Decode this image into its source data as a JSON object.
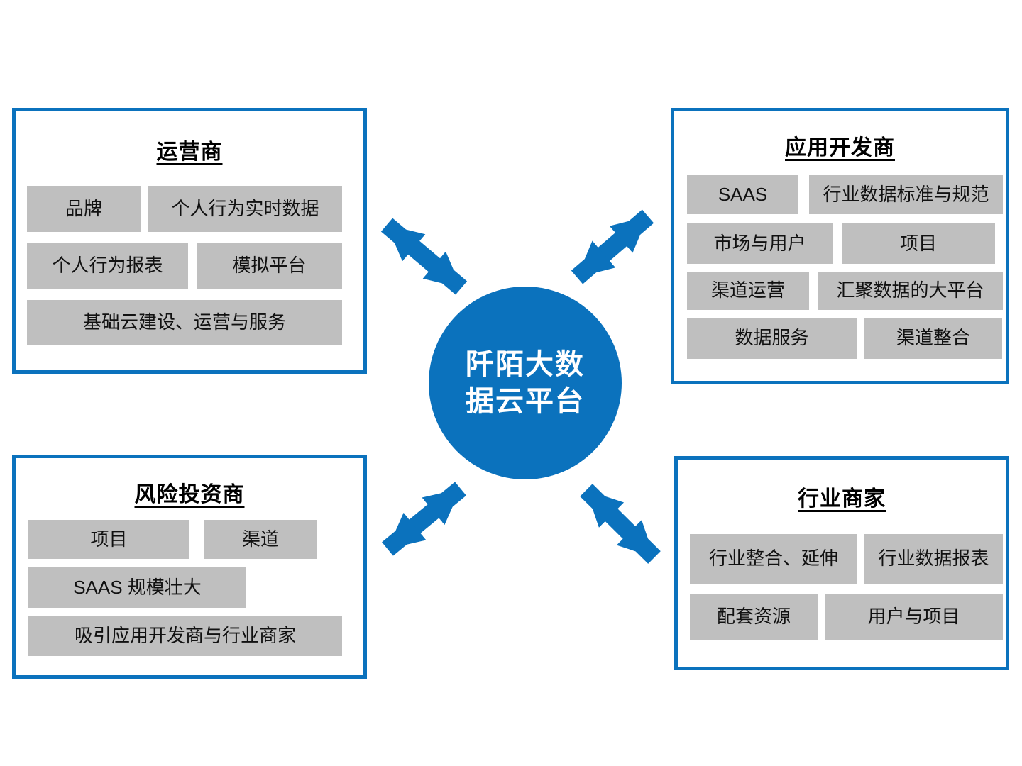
{
  "palette": {
    "blue": "#0b72bd",
    "gray": "#bfbfbf",
    "ink": "#111111",
    "bg": "#ffffff"
  },
  "center": {
    "lines": [
      "阡陌大数",
      "据云平台"
    ]
  },
  "panels": {
    "operators": {
      "title": "运营商",
      "items": [
        "品牌",
        "个人行为实时数据",
        "个人行为报表",
        "模拟平台",
        "基础云建设、运营与服务"
      ]
    },
    "app_developers": {
      "title": "应用开发商",
      "items": [
        "SAAS",
        "行业数据标准与规范",
        "市场与用户",
        "项目",
        "渠道运营",
        "汇聚数据的大平台",
        "数据服务",
        "渠道整合"
      ]
    },
    "venture_investors": {
      "title": "风险投资商",
      "items": [
        "项目",
        "渠道",
        "SAAS 规模壮大",
        "吸引应用开发商与行业商家"
      ]
    },
    "industry_merchants": {
      "title": "行业商家",
      "items": [
        "行业整合、延伸",
        "行业数据报表",
        "配套资源",
        "用户与项目"
      ]
    }
  },
  "connections": [
    {
      "from": "center",
      "to": "operators",
      "bidirectional": true
    },
    {
      "from": "center",
      "to": "app_developers",
      "bidirectional": true
    },
    {
      "from": "center",
      "to": "venture_investors",
      "bidirectional": true
    },
    {
      "from": "center",
      "to": "industry_merchants",
      "bidirectional": true
    }
  ]
}
